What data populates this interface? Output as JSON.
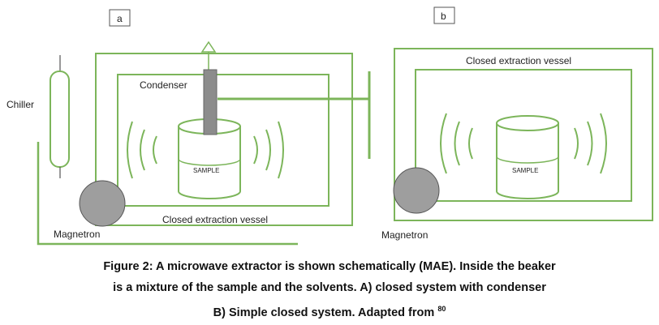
{
  "panels": {
    "a": {
      "tag": "a",
      "chiller_label": "Chiller",
      "condenser_label": "Condenser",
      "sample_label": "SAMPLE",
      "vessel_label": "Closed extraction vessel",
      "magnetron_label": "Magnetron"
    },
    "b": {
      "tag": "b",
      "vessel_label": "Closed extraction vessel",
      "sample_label": "SAMPLE",
      "magnetron_label": "Magnetron"
    }
  },
  "caption": {
    "line1": "Figure 2: A microwave extractor is shown schematically (MAE). Inside the beaker",
    "line2": "is a mixture of the sample and the solvents. A) closed system with condenser",
    "line3": "B) Simple closed system. Adapted from ",
    "ref": "80"
  },
  "colors": {
    "green": "#7cb55a",
    "magnetron": "#9e9e9e",
    "condenser": "#8c8c8c"
  }
}
